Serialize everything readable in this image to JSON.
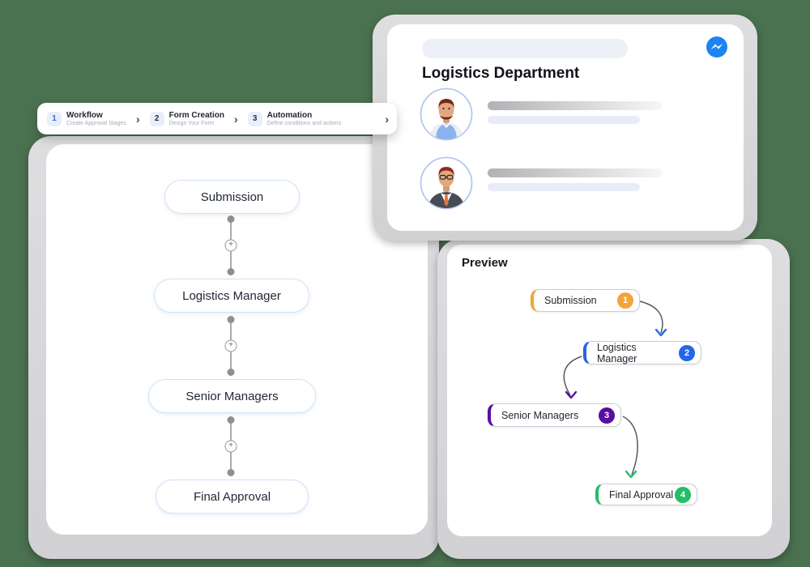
{
  "colors": {
    "background": "#4A7150",
    "frame_gray": "#D9D9DB",
    "card_white": "#FFFFFF",
    "stepper_active_blue": "#2B6DF0",
    "builder_node_border": "#CFE2F5",
    "messenger_blue": "#1B84F2"
  },
  "stepper": {
    "chevron": "›",
    "steps": [
      {
        "number": "1",
        "title": "Workflow",
        "subtitle": "Create Approval Stages"
      },
      {
        "number": "2",
        "title": "Form Creation",
        "subtitle": "Design Your Form"
      },
      {
        "number": "3",
        "title": "Automation",
        "subtitle": "Define conditions and actions"
      }
    ]
  },
  "builder": {
    "add_icon": "+",
    "stages": [
      "Submission",
      "Logistics Manager",
      "Senior Managers",
      "Final Approval"
    ]
  },
  "department_card": {
    "title": "Logistics Department",
    "members": [
      {
        "avatar": "bearded-man-blue-vest"
      },
      {
        "avatar": "man-glasses-suit-orange-tie"
      }
    ]
  },
  "preview": {
    "title": "Preview",
    "nodes": [
      {
        "label": "Submission",
        "number": "1",
        "accent": "#F2A43C"
      },
      {
        "label": "Logistics Manager",
        "number": "2",
        "accent": "#2465E9"
      },
      {
        "label": "Senior Managers",
        "number": "3",
        "accent": "#5A0CA3"
      },
      {
        "label": "Final Approval",
        "number": "4",
        "accent": "#24BD68"
      }
    ]
  }
}
